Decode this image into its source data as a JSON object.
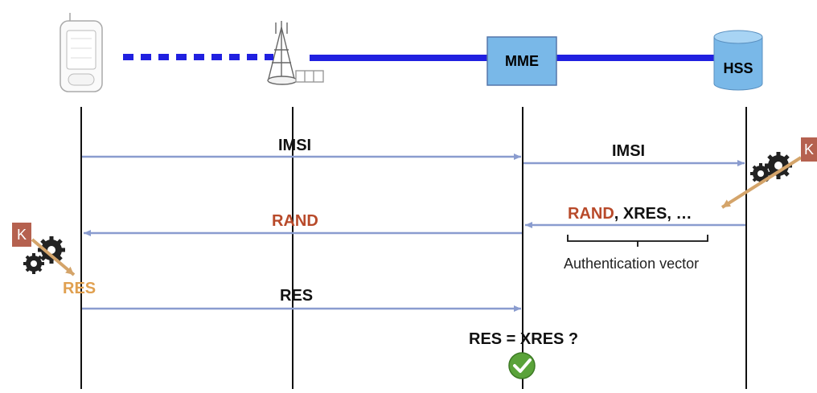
{
  "entities": {
    "mme_label": "MME",
    "hss_label": "HSS"
  },
  "messages": {
    "imsi_ue_to_mme": "IMSI",
    "imsi_mme_to_hss": "IMSI",
    "rand_mme_to_ue": "RAND",
    "hss_response_rand": "RAND",
    "hss_response_rest": ", XRES, …",
    "res_ue_to_mme": "RES"
  },
  "annotations": {
    "auth_vector": "Authentication vector",
    "ue_res": "RES",
    "check": "RES = XRES ?",
    "key_ue": "K",
    "key_hss": "K"
  },
  "colors": {
    "link": "#2020e0",
    "arrow": "#8a9ccf",
    "rand": "#b84a2a",
    "res": "#e0a050",
    "key_box": "#b5614f",
    "key_arrow": "#d4a46a",
    "mme_box": "#79b8e8",
    "hss_cyl": "#79b8e8",
    "check_green": "#5aa33a"
  }
}
